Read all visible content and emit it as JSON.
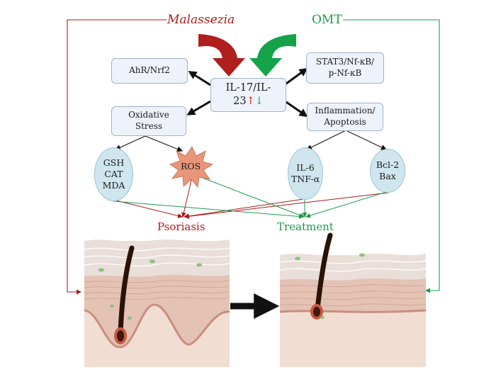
{
  "top": {
    "pathogen": "Malassezia",
    "drug": "OMT"
  },
  "center": {
    "label": "IL-17/IL-23",
    "up_arrow": "↑",
    "down_arrow": "↓"
  },
  "pathways": {
    "ahr": "AhR/Nrf2",
    "oxidative_line1": "Oxidative",
    "oxidative_line2": "Stress",
    "stat3_line1": "STAT3/Nf-κB/",
    "stat3_line2": "p-Nf-κB",
    "inflam_line1": "Inflammation/",
    "inflam_line2": "Apoptosis"
  },
  "markers": {
    "oxidative_markers": [
      "GSH",
      "CAT",
      "MDA"
    ],
    "ros": "ROS",
    "cytokines": [
      "IL-6",
      "TNF-α"
    ],
    "apoptosis_markers": [
      "Bcl-2",
      "Bax"
    ]
  },
  "outcomes": {
    "disease": "Psoriasis",
    "treatment": "Treatment"
  },
  "colors": {
    "disease_red": "#a81c1c",
    "treatment_green": "#1e9b4e",
    "box_fill": "#eef3fb",
    "ellipse_fill": "#cfe6ee",
    "ros_fill": "#e8957a"
  }
}
